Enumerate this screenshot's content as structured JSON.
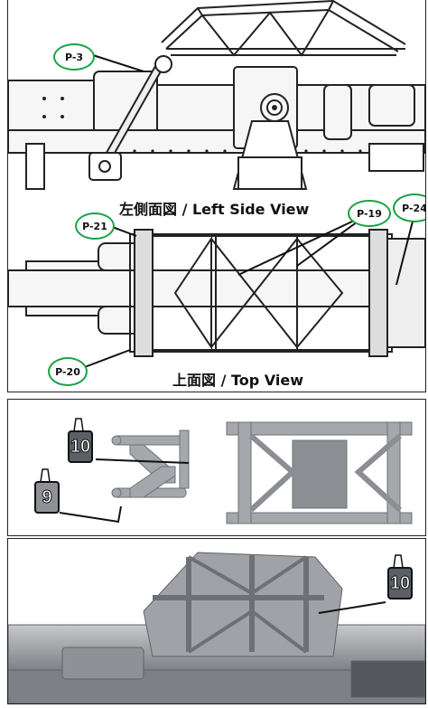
{
  "views": {
    "left_side": "左側面図 / Left Side View",
    "top": "上面図 / Top View"
  },
  "part_refs": {
    "p3": "P-3",
    "p21": "P-21",
    "p19": "P-19",
    "p24": "P-24",
    "p20": "P-20"
  },
  "paint_codes": {
    "a": "10",
    "b": "9",
    "c": "10"
  },
  "colors": {
    "badge_border": "#1aa347",
    "paint_dark": "#5b5f66",
    "paint_light": "#8d9196",
    "part_gray": "#a4a7ab"
  }
}
